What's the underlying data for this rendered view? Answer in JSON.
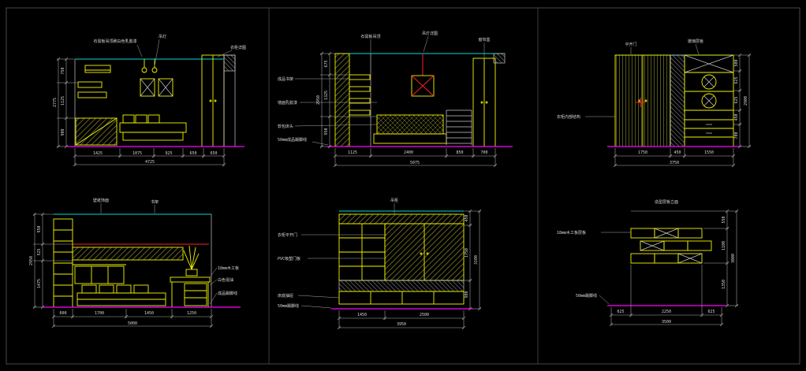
{
  "sheet": {
    "background": "#000000",
    "border_color": "#484848",
    "line_colors": {
      "ceiling": "#00d9d9",
      "furniture": "#f5f500",
      "floor": "#ff00ff",
      "dimension": "#b0b0b0",
      "accent_red": "#ff2020"
    }
  },
  "panels": {
    "p1": {
      "notes": {
        "ceiling": "石膏板吊顶刷白色乳胶漆",
        "pendant": "吊灯",
        "wardrobe": "衣柜详图"
      },
      "dims_bottom": [
        "1425",
        "1075",
        "925",
        "650",
        "650"
      ],
      "total_bottom": "4725",
      "dims_left": [
        "750",
        "1125",
        "900"
      ],
      "total_left": "2775"
    },
    "p2": {
      "notes": {
        "ceiling": "石膏板吊顶",
        "pendant": "吊灯详图",
        "curtain": "窗帘盒",
        "shelf": "成品书架",
        "paint": "墙面乳胶漆",
        "headboard": "软包床头",
        "skirting": "50mm成品踢脚线"
      },
      "dims_bottom": [
        "1125",
        "2400",
        "850",
        "700"
      ],
      "total_bottom": "5075",
      "dims_left": [
        "675",
        "1325",
        "950"
      ],
      "total_left": "2950"
    },
    "p3": {
      "notes": {
        "door": "平开门",
        "glass": "玻璃层板",
        "elev": "衣柜内部结构"
      },
      "dims_bottom": [
        "1750",
        "450",
        "1550"
      ],
      "total_bottom": "3750",
      "dims_right": [
        "500",
        "625",
        "625",
        "450",
        "700"
      ],
      "total_right": "2900"
    },
    "p4": {
      "notes": {
        "wallpaper": "壁纸饰面",
        "shelf": "书架",
        "board": "18mm木工板",
        "paint": "白色混油",
        "skirting": "成品踢脚线"
      },
      "dims_bottom": [
        "600",
        "1700",
        "1450",
        "1250"
      ],
      "total_bottom": "5000",
      "dims_left": [
        "950",
        "525",
        "1475"
      ],
      "total_left": "2950"
    },
    "p5": {
      "notes": {
        "door": "衣柜平开门",
        "panel": "PVC吸塑门板",
        "drawer": "床底抽屉",
        "cabinet": "吊柜",
        "skirting": "50mm踢脚线"
      },
      "dims_bottom": [
        "1450",
        "2500"
      ],
      "total_bottom": "3950",
      "dims_right": [
        "450",
        "1750",
        "900"
      ],
      "total_right": "3100"
    },
    "p6": {
      "notes": {
        "shelf": "18mm木工板层板",
        "title": "造型层板立面",
        "skirting": "50mm踢脚线"
      },
      "dims_bottom": [
        "625",
        "2250",
        "625"
      ],
      "total_bottom": "3500",
      "dims_right": [
        "550",
        "1100",
        "1350"
      ],
      "total_right": "3000"
    }
  }
}
